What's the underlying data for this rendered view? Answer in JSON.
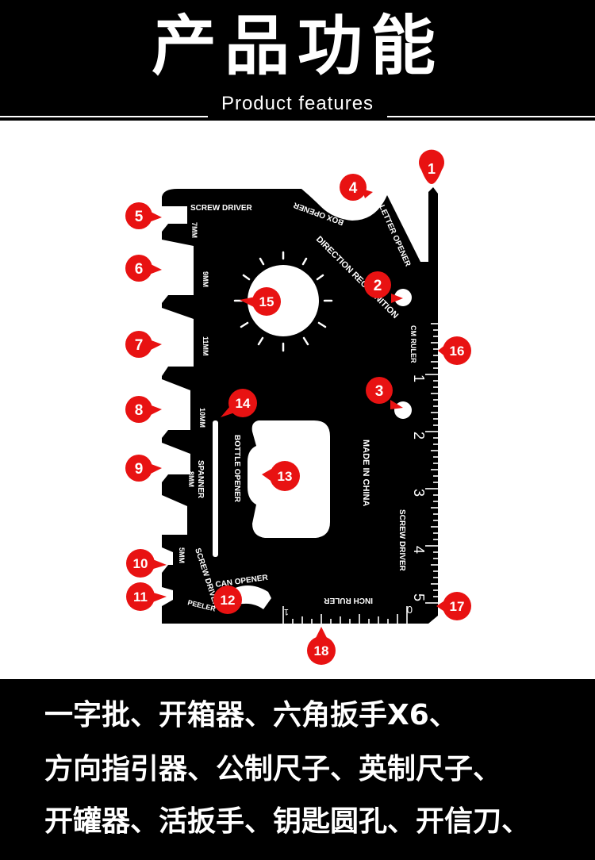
{
  "header": {
    "title": "产品功能",
    "subtitle": "Product features"
  },
  "card": {
    "labels": {
      "screw_driver_top": "SCREW DRIVER",
      "box_opener": "BOX OPENER",
      "letter_opener": "LETTER OPENER",
      "direction": "DIRECTION RECOGNITION",
      "size_7": "7MM",
      "size_9": "9MM",
      "size_11": "11MM",
      "size_10": "10MM",
      "size_8": "8MM",
      "size_5": "5MM",
      "spanner": "SPANNER",
      "bottle_opener": "BOTTLE OPENER",
      "made_in": "MADE IN CHINA",
      "cm_ruler": "CM RULER",
      "screw_driver_right": "SCREW DRIVER",
      "screw_driver_left": "SCREW DRIVER",
      "peeler": "PEELER",
      "can_opener": "CAN OPENER",
      "inch_ruler": "INCH RULER"
    },
    "cm_numbers": [
      "1",
      "2",
      "3",
      "4",
      "5"
    ],
    "inch_zero": "0",
    "inch_one": "1"
  },
  "markers": [
    "1",
    "2",
    "3",
    "4",
    "5",
    "6",
    "7",
    "8",
    "9",
    "10",
    "11",
    "12",
    "13",
    "14",
    "15",
    "16",
    "17",
    "18"
  ],
  "marker_color": "#e81212",
  "footer": {
    "line1": "一字批、开箱器、六角扳手X6、",
    "line2": "方向指引器、公制尺子、英制尺子、",
    "line3": "开罐器、活扳手、钥匙圆孔、开信刀、"
  }
}
